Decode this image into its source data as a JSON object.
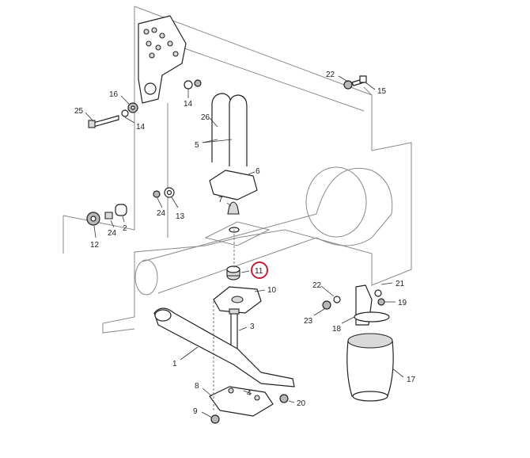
{
  "colors": {
    "highlight": "#c0203a",
    "ink": "#222222",
    "frame": "#8a8a8a"
  },
  "callouts": [
    {
      "id": "c22a",
      "text": "22"
    },
    {
      "id": "c15",
      "text": "15"
    },
    {
      "id": "c16",
      "text": "16"
    },
    {
      "id": "c14a",
      "text": "14"
    },
    {
      "id": "c25",
      "text": "25"
    },
    {
      "id": "c14b",
      "text": "14"
    },
    {
      "id": "c26",
      "text": "26"
    },
    {
      "id": "c5",
      "text": "5"
    },
    {
      "id": "c6",
      "text": "6"
    },
    {
      "id": "c7",
      "text": "7"
    },
    {
      "id": "c24a",
      "text": "24"
    },
    {
      "id": "c13",
      "text": "13"
    },
    {
      "id": "c12",
      "text": "12"
    },
    {
      "id": "c24b",
      "text": "24"
    },
    {
      "id": "c2",
      "text": "2"
    },
    {
      "id": "c11",
      "text": "11"
    },
    {
      "id": "c10",
      "text": "10"
    },
    {
      "id": "c22b",
      "text": "22"
    },
    {
      "id": "c21",
      "text": "21"
    },
    {
      "id": "c19",
      "text": "19"
    },
    {
      "id": "c23",
      "text": "23"
    },
    {
      "id": "c18",
      "text": "18"
    },
    {
      "id": "c3",
      "text": "3"
    },
    {
      "id": "c1",
      "text": "1"
    },
    {
      "id": "c17",
      "text": "17"
    },
    {
      "id": "c8",
      "text": "8"
    },
    {
      "id": "c4",
      "text": "4"
    },
    {
      "id": "c20",
      "text": "20"
    },
    {
      "id": "c9",
      "text": "9"
    }
  ]
}
